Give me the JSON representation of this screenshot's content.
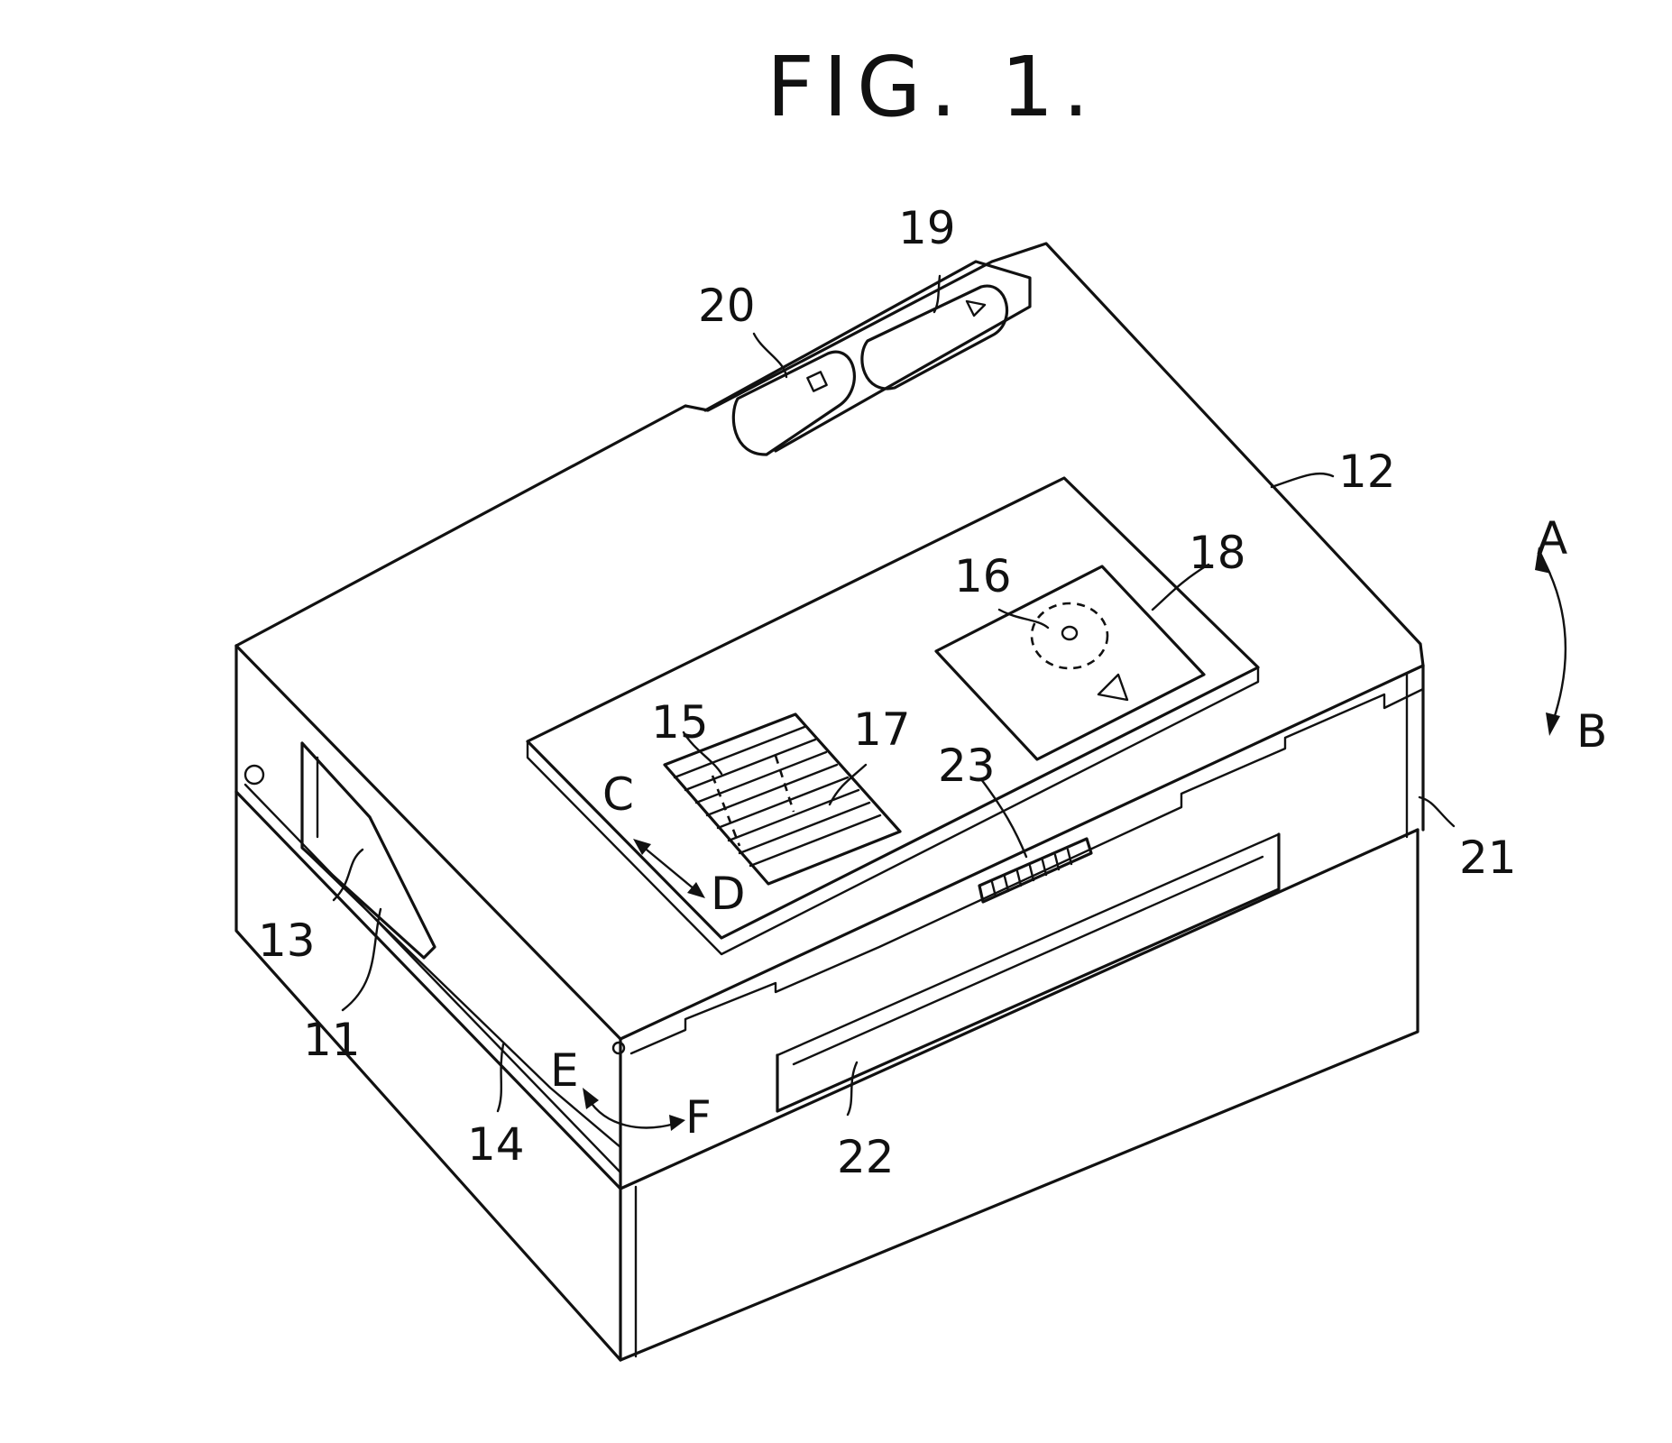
{
  "figure": {
    "title": "FIG. 1.",
    "labels": {
      "l11": "11",
      "l12": "12",
      "l13": "13",
      "l14": "14",
      "l15": "15",
      "l16": "16",
      "l17": "17",
      "l18": "18",
      "l19": "19",
      "l20": "20",
      "l21": "21",
      "l22": "22",
      "l23": "23",
      "A": "A",
      "B": "B",
      "C": "C",
      "D": "D",
      "E": "E",
      "F": "F"
    }
  },
  "colors": {
    "ink": "#111111",
    "paper": "#ffffff"
  }
}
